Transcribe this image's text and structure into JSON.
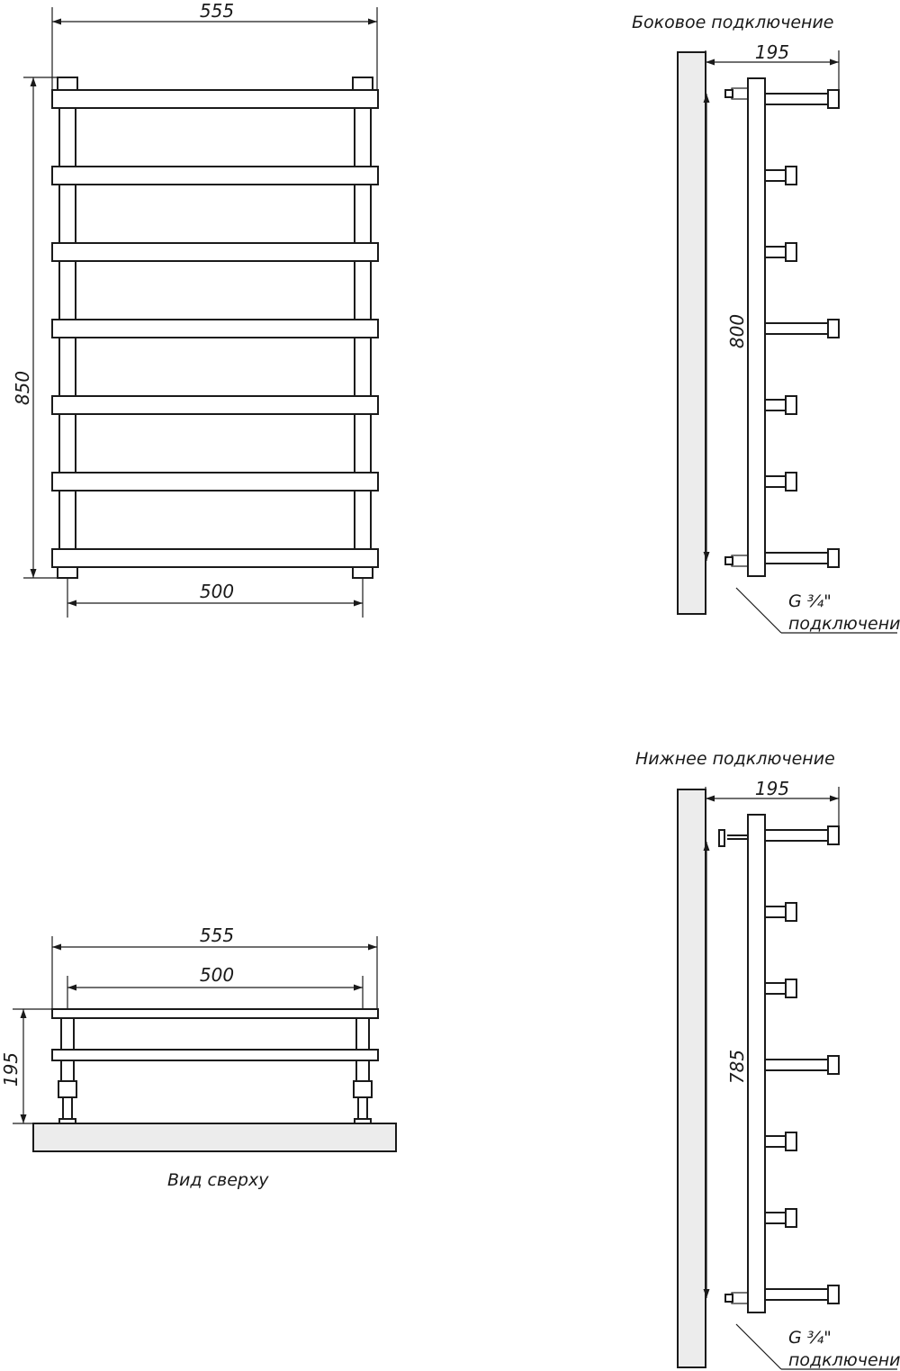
{
  "front_view": {
    "width_top": "555",
    "height": "850",
    "width_bottom": "500"
  },
  "side_connection": {
    "title": "Боковое подключение",
    "depth": "195",
    "height": "800",
    "thread_label": "G ¾\"",
    "connection_label": "подключение"
  },
  "top_view": {
    "width_outer": "555",
    "width_inner": "500",
    "depth": "195",
    "caption": "Вид сверху"
  },
  "bottom_connection": {
    "title": "Нижнее подключение",
    "depth": "195",
    "height": "785",
    "thread_label": "G ¾\"",
    "connection_label": "подключение"
  },
  "colors": {
    "line": "#1a1a1a",
    "wall_fill": "#ececec",
    "background": "#ffffff"
  }
}
